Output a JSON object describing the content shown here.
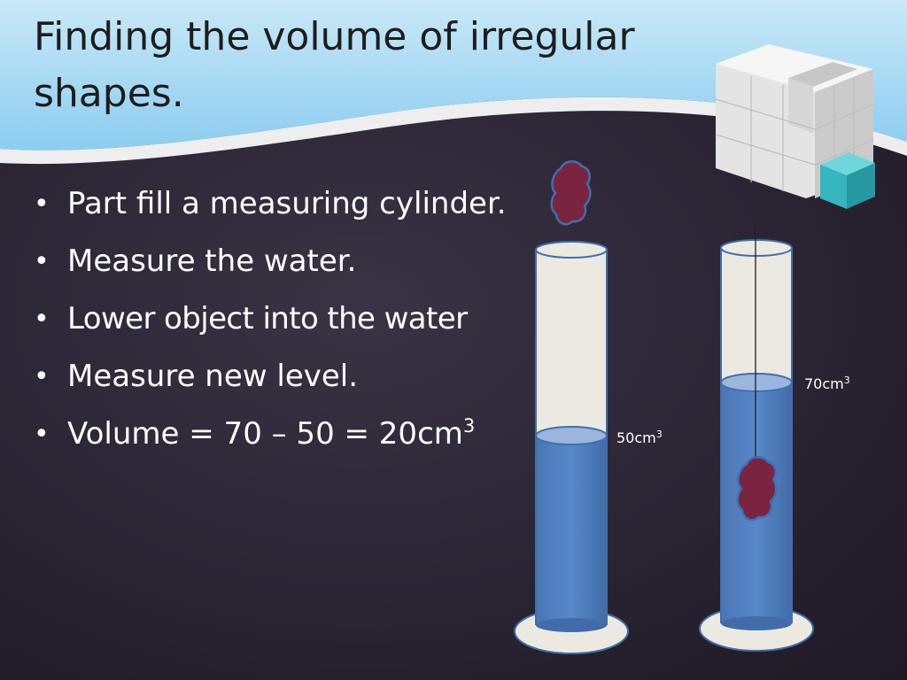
{
  "slide": {
    "title": "Finding the volume of irregular shapes.",
    "bullets": [
      "Part fill a measuring cylinder.",
      "Measure the water.",
      "Lower object into the water",
      "Measure new level."
    ],
    "volume_bullet": {
      "prefix": "Volume = 70 – 50 = 20cm",
      "superscript": "3"
    }
  },
  "diagram": {
    "cylinder_left": {
      "value": "50cm",
      "superscript": "3"
    },
    "cylinder_right": {
      "value": "70cm",
      "superscript": "3"
    },
    "colors": {
      "water": "#4f7dbf",
      "water_surface": "#9bb5dc",
      "glass": "#eceae0",
      "outline": "#3f6fae",
      "object": "#7a2440",
      "cube_teal": "#3cc0c8"
    }
  }
}
